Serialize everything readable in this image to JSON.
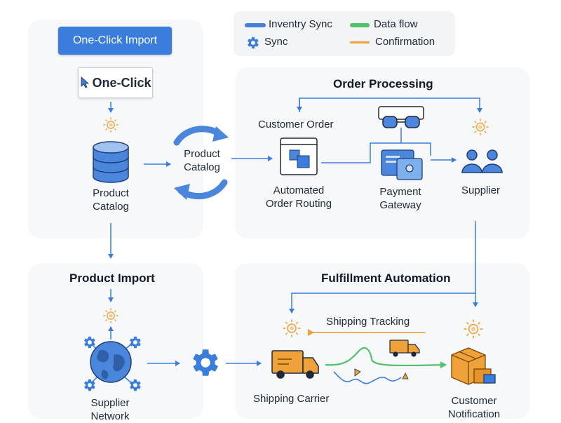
{
  "legend": {
    "inventory_sync": "Inventry Sync",
    "data_flow": "Data flow",
    "sync": "Sync",
    "confirmation": "Confirmation",
    "colors": {
      "inventory_sync": "#4a7fd6",
      "data_flow": "#53c06a",
      "sync": "#3b7ddd",
      "confirmation": "#f0a23a"
    }
  },
  "import_panel": {
    "button_label": "One-Click Import",
    "card_text": "One-Click",
    "catalog_label_line1": "Product",
    "catalog_label_line2": "Catalog",
    "sync_cycle_line1": "Product",
    "sync_cycle_line2": "Catalog"
  },
  "order_processing": {
    "title": "Order Processing",
    "customer_order": "Customer Order",
    "routing_line1": "Automated",
    "routing_line2": "Order Routing",
    "payment_line1": "Payment",
    "payment_line2": "Gateway",
    "supplier": "Supplier"
  },
  "product_import": {
    "title": "Product Import",
    "network_line1": "Supplier",
    "network_line2": "Network"
  },
  "fulfillment": {
    "title": "Fulfillment Automation",
    "shipping_tracking": "Shipping Tracking",
    "shipping_carrier": "Shipping Carrier",
    "notify_line1": "Customer",
    "notify_line2": "Notification"
  },
  "colors": {
    "blue": "#3b7ddd",
    "orange": "#f0a23a",
    "green": "#53c06a",
    "panel": "#f6f8fa"
  }
}
